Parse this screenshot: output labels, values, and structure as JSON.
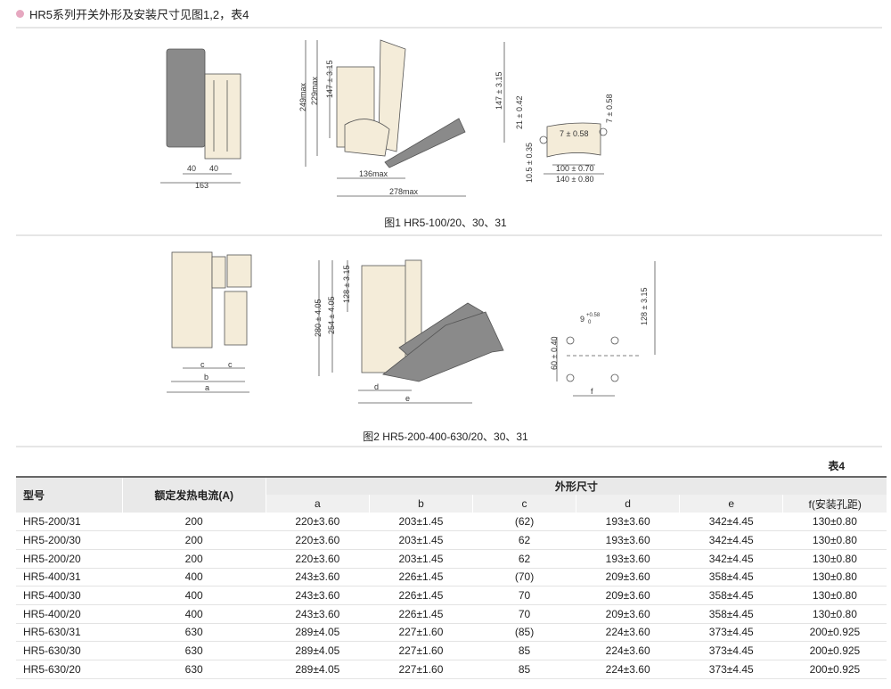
{
  "heading": "HR5系列开关外形及安装尺寸见图1,2，表4",
  "figure1": {
    "caption": "图1 HR5-100/20、30、31",
    "dims": [
      "40",
      "40",
      "163",
      "249max",
      "229max",
      "147 ± 3.15",
      "136max",
      "278max",
      "147 ± 3.15",
      "21 ± 0.42",
      "7 ± 0.58",
      "7 ± 0.58",
      "10.5 ± 0.35",
      "100 ± 0.70",
      "140 ± 0.80"
    ]
  },
  "figure2": {
    "caption": "图2 HR5-200-400-630/20、30、31",
    "dims": [
      "c",
      "c",
      "b",
      "a",
      "280 ± 4.05",
      "254 ± 4.05",
      "128 ± 3.15",
      "d",
      "e",
      "9",
      "+0.58",
      "0",
      "128 ± 3.15",
      "60 ± 0.40",
      "f"
    ]
  },
  "table": {
    "label": "表4",
    "headers": {
      "model": "型号",
      "current": "额定发热电流(A)",
      "dims": "外形尺寸",
      "cols": [
        "a",
        "b",
        "c",
        "d",
        "e",
        "f(安装孔距)"
      ]
    },
    "rows": [
      [
        "HR5-200/31",
        "200",
        "220±3.60",
        "203±1.45",
        "(62)",
        "193±3.60",
        "342±4.45",
        "130±0.80"
      ],
      [
        "HR5-200/30",
        "200",
        "220±3.60",
        "203±1.45",
        "62",
        "193±3.60",
        "342±4.45",
        "130±0.80"
      ],
      [
        "HR5-200/20",
        "200",
        "220±3.60",
        "203±1.45",
        "62",
        "193±3.60",
        "342±4.45",
        "130±0.80"
      ],
      [
        "HR5-400/31",
        "400",
        "243±3.60",
        "226±1.45",
        "(70)",
        "209±3.60",
        "358±4.45",
        "130±0.80"
      ],
      [
        "HR5-400/30",
        "400",
        "243±3.60",
        "226±1.45",
        "70",
        "209±3.60",
        "358±4.45",
        "130±0.80"
      ],
      [
        "HR5-400/20",
        "400",
        "243±3.60",
        "226±1.45",
        "70",
        "209±3.60",
        "358±4.45",
        "130±0.80"
      ],
      [
        "HR5-630/31",
        "630",
        "289±4.05",
        "227±1.60",
        "(85)",
        "224±3.60",
        "373±4.45",
        "200±0.925"
      ],
      [
        "HR5-630/30",
        "630",
        "289±4.05",
        "227±1.60",
        "85",
        "224±3.60",
        "373±4.45",
        "200±0.925"
      ],
      [
        "HR5-630/20",
        "630",
        "289±4.05",
        "227±1.60",
        "85",
        "224±3.60",
        "373±4.45",
        "200±0.925"
      ]
    ]
  }
}
